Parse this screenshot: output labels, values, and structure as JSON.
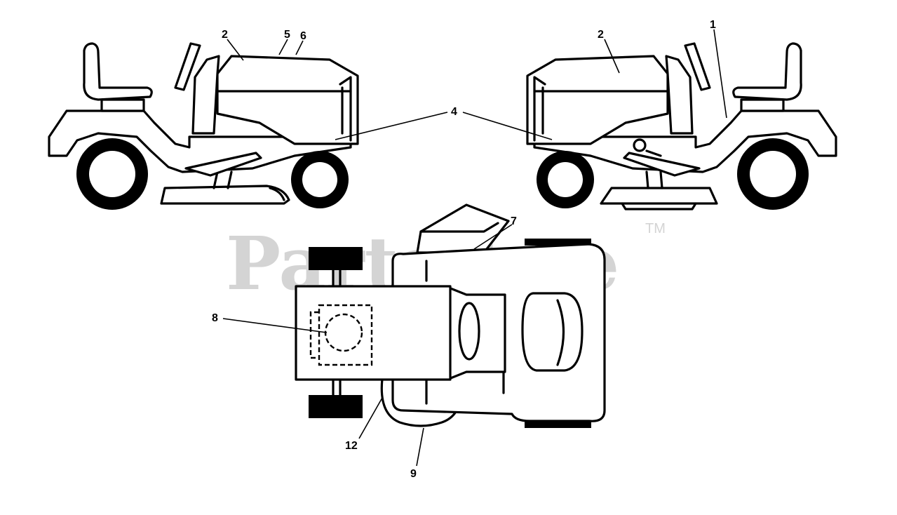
{
  "watermark": {
    "text": "PartsTree",
    "trademark": "TM"
  },
  "callouts": [
    {
      "id": "c1",
      "label": "1"
    },
    {
      "id": "c2a",
      "label": "2"
    },
    {
      "id": "c2b",
      "label": "2"
    },
    {
      "id": "c4",
      "label": "4"
    },
    {
      "id": "c5",
      "label": "5"
    },
    {
      "id": "c6",
      "label": "6"
    },
    {
      "id": "c7",
      "label": "7"
    },
    {
      "id": "c8",
      "label": "8"
    },
    {
      "id": "c9",
      "label": "9"
    },
    {
      "id": "c12",
      "label": "12"
    }
  ]
}
